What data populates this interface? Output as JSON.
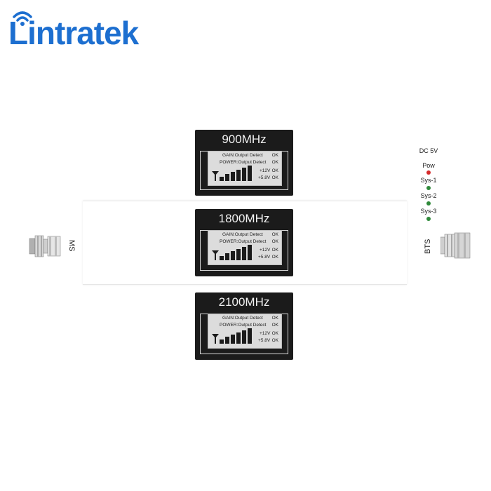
{
  "logo": {
    "text": "Lintratek",
    "brand_color": "#1d6fd0"
  },
  "panels": [
    {
      "title": "900MHz",
      "gain_label": "GAIN:Output Detect",
      "gain_status": "OK",
      "power_label": "POWER:Output Detect",
      "power_status": "OK",
      "v12_label": "+12V",
      "v12_status": "OK",
      "v58_label": "+5.8V",
      "v58_status": "OK"
    },
    {
      "title": "1800MHz",
      "gain_label": "GAIN:Output Detect",
      "gain_status": "OK",
      "power_label": "POWER:Output Detect",
      "power_status": "OK",
      "v12_label": "+12V",
      "v12_status": "OK",
      "v58_label": "+5.8V",
      "v58_status": "OK"
    },
    {
      "title": "2100MHz",
      "gain_label": "GAIN:Output Detect",
      "gain_status": "OK",
      "power_label": "POWER:Output Detect",
      "power_status": "OK",
      "v12_label": "+12V",
      "v12_status": "OK",
      "v58_label": "+5.8V",
      "v58_status": "OK"
    }
  ],
  "status": {
    "dc_label": "DC 5V",
    "leds": [
      {
        "label": "Pow",
        "color": "#d62a2a"
      },
      {
        "label": "Sys-1",
        "color": "#2f8a3a"
      },
      {
        "label": "Sys-2",
        "color": "#2f8a3a"
      },
      {
        "label": "Sys-3",
        "color": "#2f8a3a"
      }
    ]
  },
  "ports": {
    "left_label": "MS",
    "right_label": "BTS"
  }
}
